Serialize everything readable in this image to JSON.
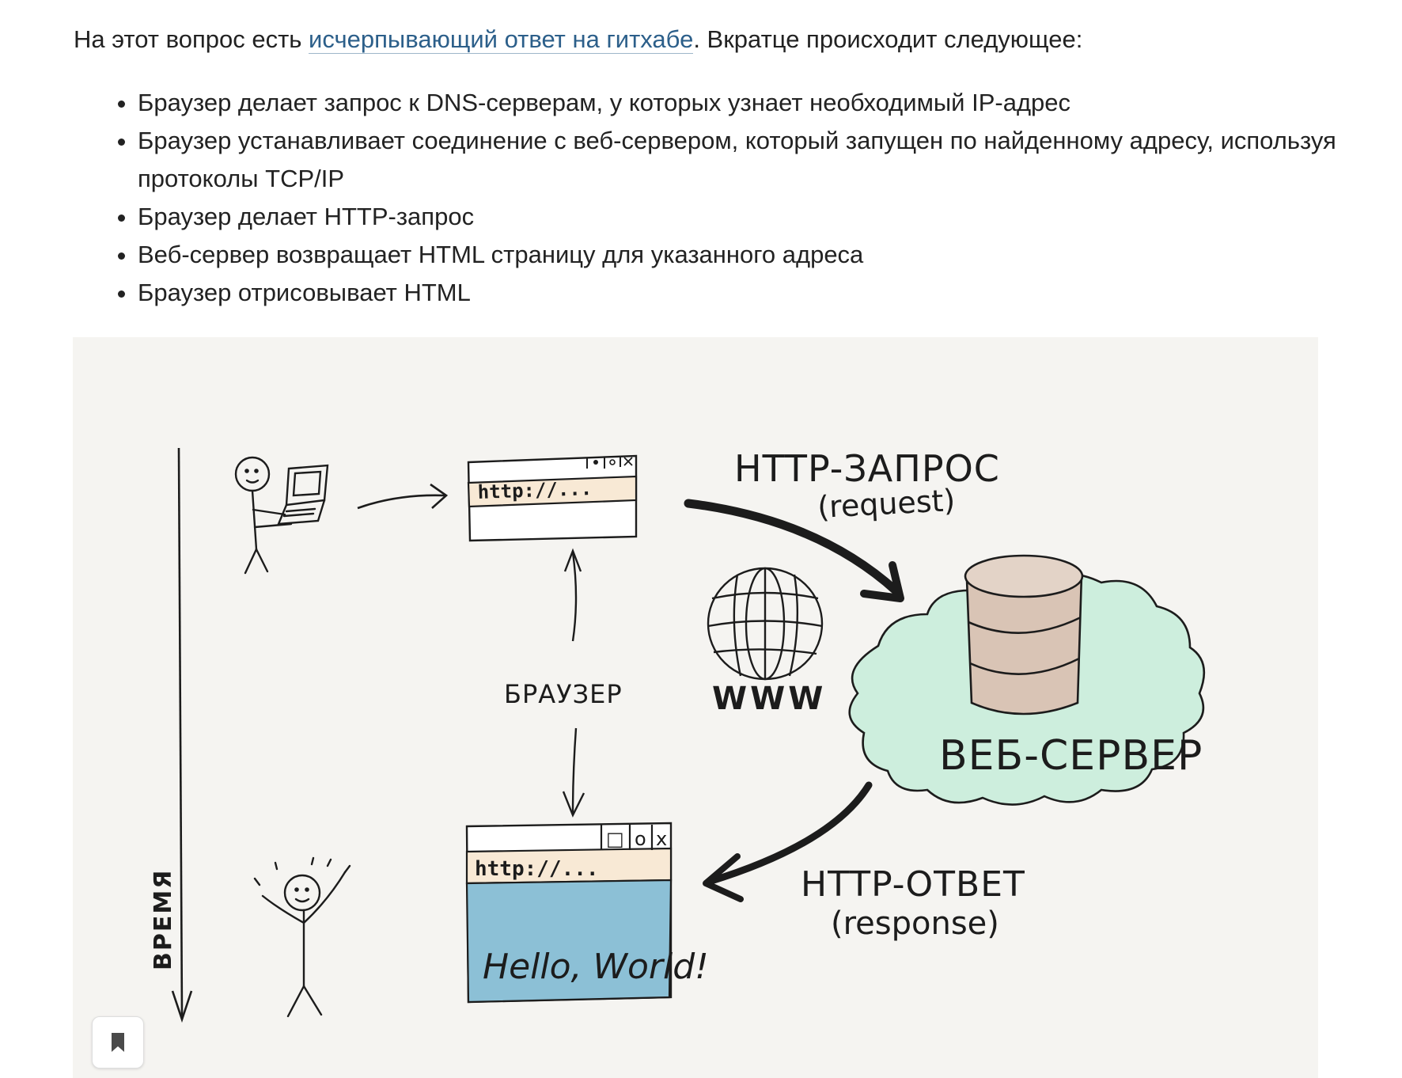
{
  "intro": {
    "before_link": "На этот вопрос есть ",
    "link_text": "исчерпывающий ответ на гитхабе",
    "after_link": ". Вкратце происходит следующее:"
  },
  "steps": [
    "Браузер делает запрос к DNS-серверам, у которых узнает необходимый IP-адрес",
    "Браузер устанавливает соединение с веб-сервером, который запущен по найденному адресу, используя протоколы TCP/IP",
    "Браузер делает HTTP-запрос",
    "Веб-сервер возвращает HTML страницу для указанного адреса",
    "Браузер отрисовывает HTML"
  ],
  "diagram": {
    "time_label": "ВРЕМЯ",
    "browser_label": "БРАУЗЕР",
    "url_text_top": "http://...",
    "url_text_bottom": "http://...",
    "page_content": "Hello, World!",
    "www_label": "WWW",
    "request_label": "HTTP-ЗАПРОС",
    "request_sub": "(request)",
    "response_label": "HTTP-ОТВЕТ",
    "response_sub": "(response)",
    "server_label": "ВЕБ-СЕРВЕР",
    "window_buttons": [
      "□",
      "o",
      "x"
    ],
    "colors": {
      "background": "#f5f4f1",
      "url_bar": "#f8e9d5",
      "page_blue": "#8cc0d6",
      "cloud": "#cdeedd",
      "server": "#d9c4b5",
      "link": "#2c5f8a"
    }
  },
  "bookmark_icon": "bookmark-icon"
}
